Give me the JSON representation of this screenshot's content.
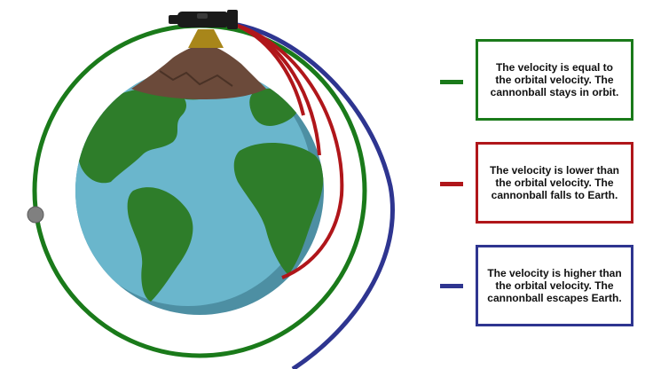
{
  "colors": {
    "orbit": "#1a7a1a",
    "falls": "#b0161a",
    "escapes": "#2e3590",
    "ocean": "#6ab6cc",
    "ocean_shadow": "#4d8fa3",
    "land": "#2e7d2a",
    "mountain": "#6b4a3a",
    "cannon": "#1a1a1a",
    "cannon_base": "#a8861a",
    "cannonball": "#808080"
  },
  "icons": [
    "cannon-icon",
    "mountain-icon",
    "cannonball-icon",
    "earth-icon"
  ],
  "legend": [
    {
      "color_key": "orbit",
      "text": "The velocity is equal to the orbital velocity. The cannonball stays in orbit."
    },
    {
      "color_key": "falls",
      "text": "The velocity is lower than the orbital velocity. The cannonball falls to Earth."
    },
    {
      "color_key": "escapes",
      "text": "The velocity is higher than the orbital velocity. The cannonball escapes Earth."
    }
  ]
}
